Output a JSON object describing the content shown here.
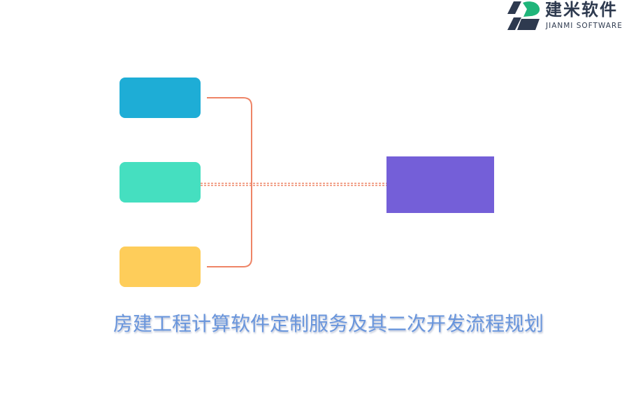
{
  "logo": {
    "name_cn": "建米软件",
    "name_en": "JIANMI SOFTWARE",
    "colors": {
      "dark": "#2e3a4f",
      "green": "#1fb57a"
    }
  },
  "diagram": {
    "nodes": [
      {
        "color": "#1eadd6"
      },
      {
        "color": "#45dfc0"
      },
      {
        "color": "#fecd5a"
      }
    ],
    "target": {
      "color": "#745fd8"
    },
    "connector_color": "#ee8466"
  },
  "caption": {
    "text": "房建工程计算软件定制服务及其二次开发流程规划",
    "color": "#6a96dc"
  }
}
